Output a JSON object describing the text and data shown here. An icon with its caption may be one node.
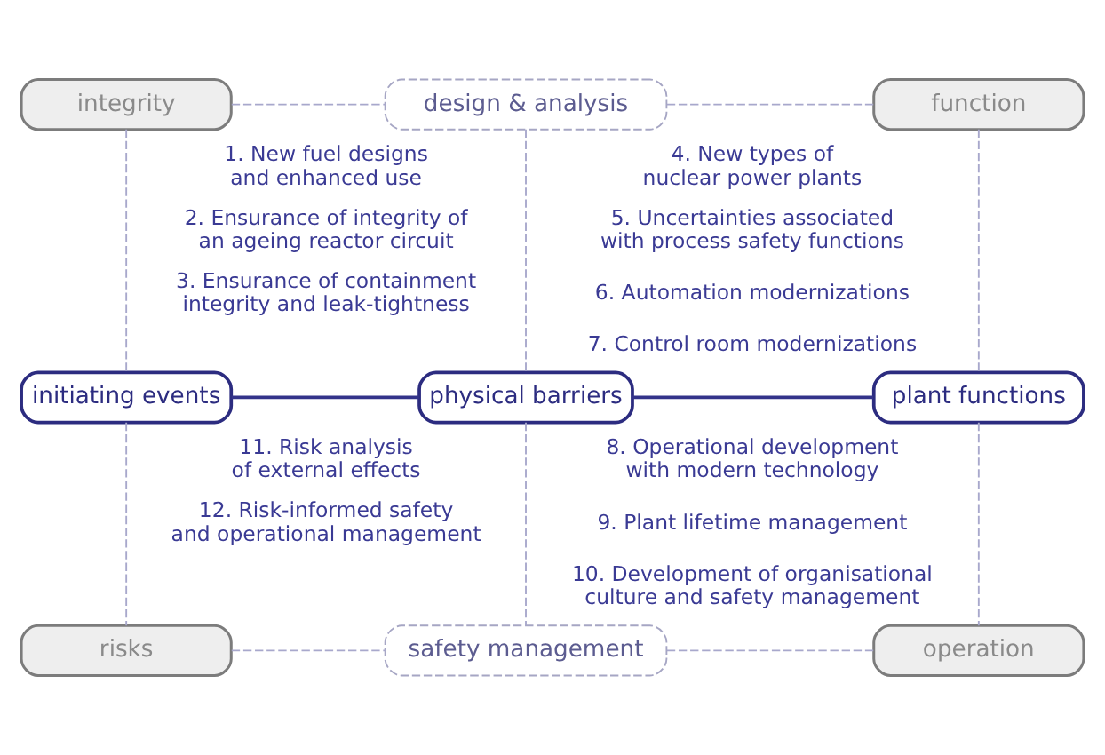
{
  "diagram": {
    "nodes": [
      {
        "text": [
          "integrity"
        ]
      },
      {
        "text": [
          "design & analysis"
        ]
      },
      {
        "text": [
          "function"
        ]
      },
      {
        "text": [
          "initiating events"
        ]
      },
      {
        "text": [
          "physical barriers"
        ]
      },
      {
        "text": [
          "plant functions"
        ]
      },
      {
        "text": [
          "risks"
        ]
      },
      {
        "text": [
          "safety management"
        ]
      },
      {
        "text": [
          "operation"
        ]
      }
    ],
    "edges": [
      {
        "from": 0,
        "to": 1,
        "arrow": "none",
        "style": "dashed"
      },
      {
        "from": 1,
        "to": 2,
        "arrow": "none",
        "style": "dashed"
      },
      {
        "from": 0,
        "to": 3,
        "arrow": "none",
        "style": "dashed"
      },
      {
        "from": 1,
        "to": 4,
        "arrow": "none",
        "style": "dashed"
      },
      {
        "from": 2,
        "to": 5,
        "arrow": "none",
        "style": "dashed"
      },
      {
        "from": 3,
        "to": 4,
        "arrow": "none",
        "color": "#33338a"
      },
      {
        "from": 4,
        "to": 5,
        "arrow": "none",
        "color": "#33338a"
      },
      {
        "from": 3,
        "to": 6,
        "arrow": "none",
        "style": "dashed"
      },
      {
        "from": 4,
        "to": 7,
        "arrow": "none",
        "style": "dashed"
      },
      {
        "from": 5,
        "to": 8,
        "arrow": "none",
        "style": "dashed"
      },
      {
        "from": 6,
        "to": 7,
        "arrow": "none",
        "style": "dashed"
      },
      {
        "from": 7,
        "to": 8,
        "arrow": "none",
        "style": "dashed"
      }
    ],
    "labels": [
      "1. New fuel designs and enhanced use",
      "2. Ensurance of integrity of an ageing reactor circuit",
      "3. Ensurance of containment integrity and leak-tightness",
      "4. New types of nuclear power plants",
      "5. Uncertainties associated with process safety functions",
      "6. Automation modernizations",
      "7. Control room modernizations",
      "8. Operational development with modern technology",
      "9. Plant lifetime management",
      "10. Development of organisational culture and safety management",
      "11. Risk analysis of external effects",
      "12. Risk-informed safety and operational management"
    ]
  }
}
